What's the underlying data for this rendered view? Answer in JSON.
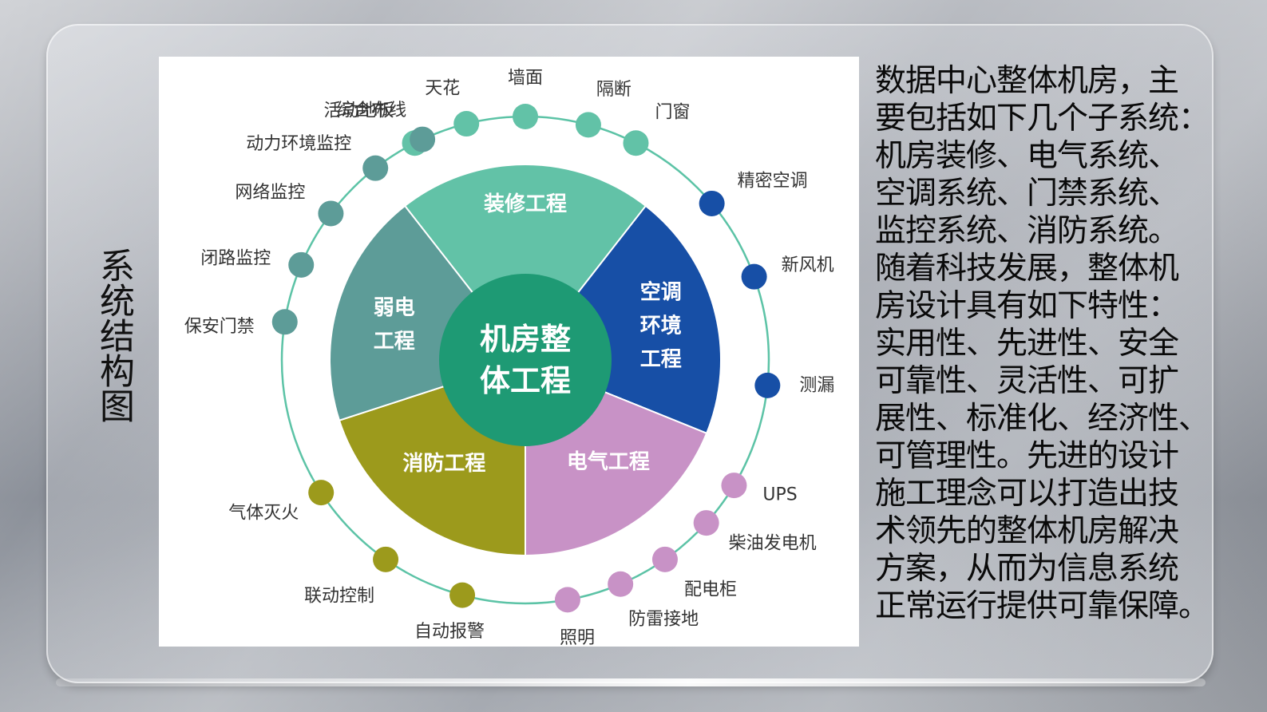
{
  "side_title": "系统结构图",
  "diagram": {
    "center_label": [
      "机房整",
      "体工程"
    ],
    "sectors": [
      {
        "key": "decoration",
        "label": [
          "装修工程"
        ],
        "color": "#62c2a7"
      },
      {
        "key": "hvac",
        "label": [
          "空调",
          "环境",
          "工程"
        ],
        "color": "#174fa6"
      },
      {
        "key": "electric",
        "label": [
          "电气工程"
        ],
        "color": "#c892c6"
      },
      {
        "key": "fire",
        "label": [
          "消防工程"
        ],
        "color": "#9c9a1c"
      },
      {
        "key": "weak",
        "label": [
          "弱电",
          "工程"
        ],
        "color": "#5d9c98"
      }
    ],
    "center_color": "#1e9a74",
    "ring_color": "#5cc3a6",
    "nodes": [
      {
        "label": "墙面",
        "group": "decoration"
      },
      {
        "label": "隔断",
        "group": "decoration"
      },
      {
        "label": "门窗",
        "group": "decoration"
      },
      {
        "label": "天花",
        "group": "decoration"
      },
      {
        "label": "活动地板",
        "group": "decoration"
      },
      {
        "label": "精密空调",
        "group": "hvac"
      },
      {
        "label": "新风机",
        "group": "hvac"
      },
      {
        "label": "测漏",
        "group": "hvac"
      },
      {
        "label": "UPS",
        "group": "electric"
      },
      {
        "label": "柴油发电机",
        "group": "electric"
      },
      {
        "label": "配电柜",
        "group": "electric"
      },
      {
        "label": "防雷接地",
        "group": "electric"
      },
      {
        "label": "照明",
        "group": "electric"
      },
      {
        "label": "自动报警",
        "group": "fire"
      },
      {
        "label": "联动控制",
        "group": "fire"
      },
      {
        "label": "气体灭火",
        "group": "fire"
      },
      {
        "label": "保安门禁",
        "group": "weak"
      },
      {
        "label": "闭路监控",
        "group": "weak"
      },
      {
        "label": "网络监控",
        "group": "weak"
      },
      {
        "label": "动力环境监控",
        "group": "weak"
      },
      {
        "label": "综合布线",
        "group": "weak"
      }
    ]
  },
  "description_lines": [
    "数据中心整体机房，主",
    "要包括如下几个子系统：",
    "机房装修、电气系统、",
    "空调系统、门禁系统、",
    "监控系统、消防系统。",
    "随着科技发展，整体机",
    "房设计具有如下特性：",
    "实用性、先进性、安全",
    "可靠性、灵活性、可扩",
    "展性、标准化、经济性、",
    "可管理性。先进的设计",
    "施工理念可以打造出技",
    "术领先的整体机房解决",
    "方案，从而为信息系统",
    "正常运行提供可靠保障。"
  ]
}
